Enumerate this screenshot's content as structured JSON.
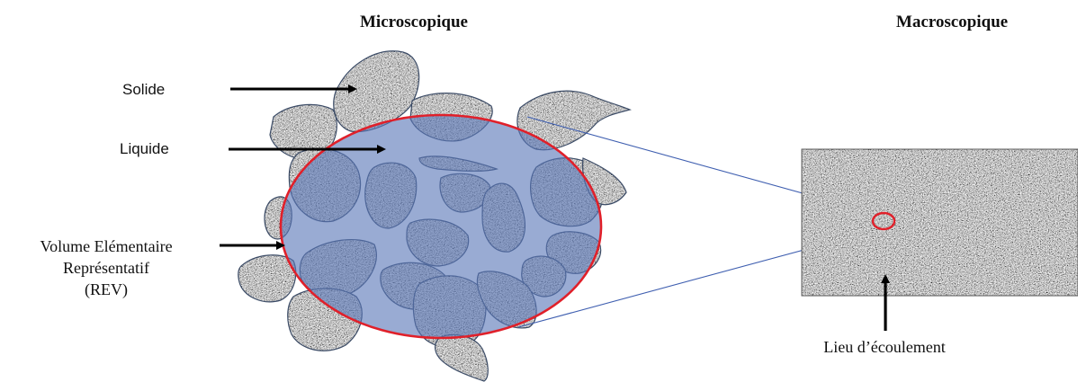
{
  "headings": {
    "micro": "Microscopique",
    "macro": "Macroscopique"
  },
  "labels": {
    "solide": "Solide",
    "liquide": "Liquide",
    "rev_line1": "Volume Elémentaire",
    "rev_line2": "Représentatif",
    "rev_line3": "(REV)",
    "lieu": "Lieu d’écoulement"
  },
  "colors": {
    "grain_outline": "#3b4b66",
    "liquid_fill": "#5b78b8",
    "rev_circle": "#e0202a",
    "projection_lines": "#3f5fb0",
    "arrows": "#000000"
  }
}
